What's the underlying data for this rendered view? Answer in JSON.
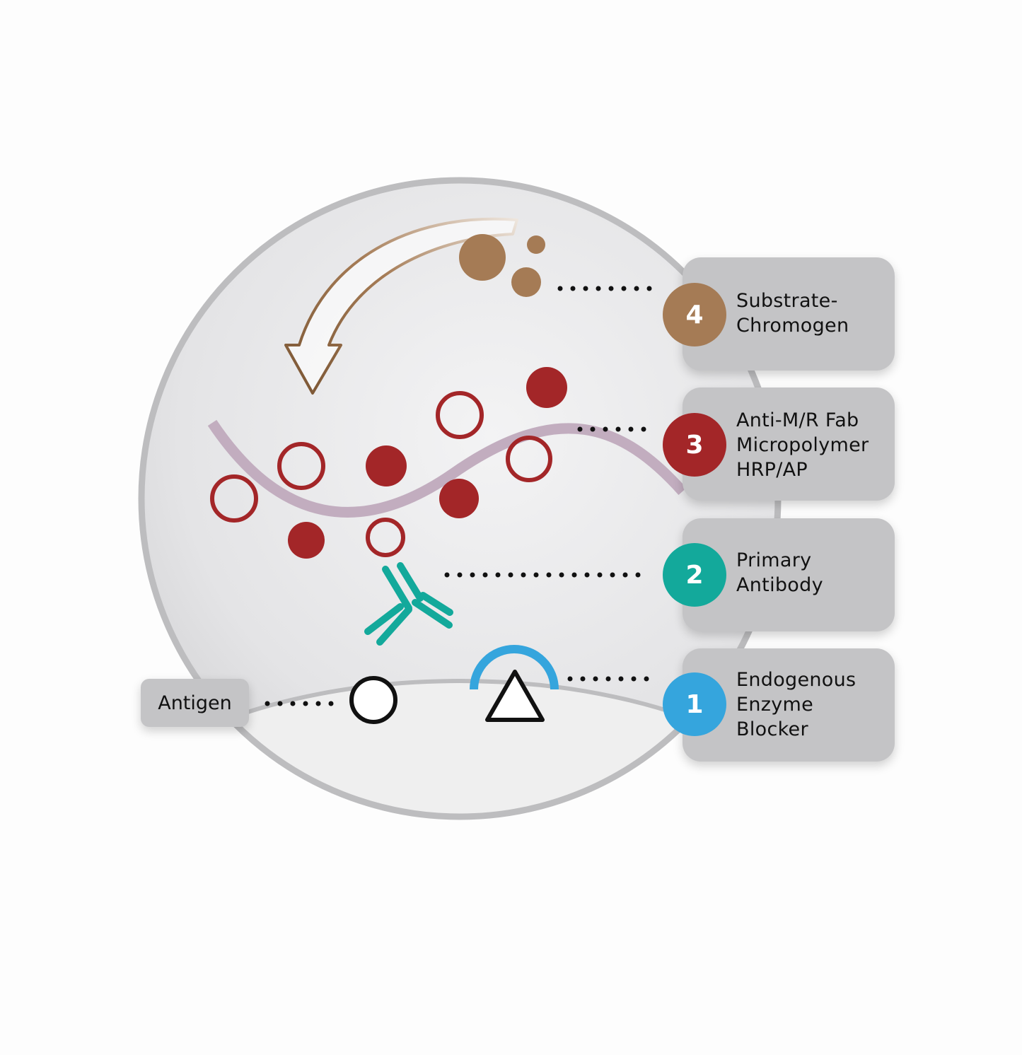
{
  "steps": [
    {
      "number": "4",
      "lines": [
        "Substrate-",
        "Chromogen"
      ],
      "color": "#a57b55"
    },
    {
      "number": "3",
      "lines": [
        "Anti-M/R Fab",
        "Micropolymer",
        "HRP/AP"
      ],
      "color": "#a32628"
    },
    {
      "number": "2",
      "lines": [
        "Primary",
        "Antibody"
      ],
      "color": "#13a99b"
    },
    {
      "number": "1",
      "lines": [
        "Endogenous",
        "Enzyme",
        "Blocker"
      ],
      "color": "#35a5dd"
    }
  ],
  "antigen": {
    "label": "Antigen"
  },
  "colors": {
    "polymer_strand": "#c2adbf",
    "enzyme": "#a32628",
    "chromogen": "#a57b55",
    "antibody": "#13a99b",
    "blocker": "#35a5dd",
    "panel": "#c4c4c6"
  }
}
